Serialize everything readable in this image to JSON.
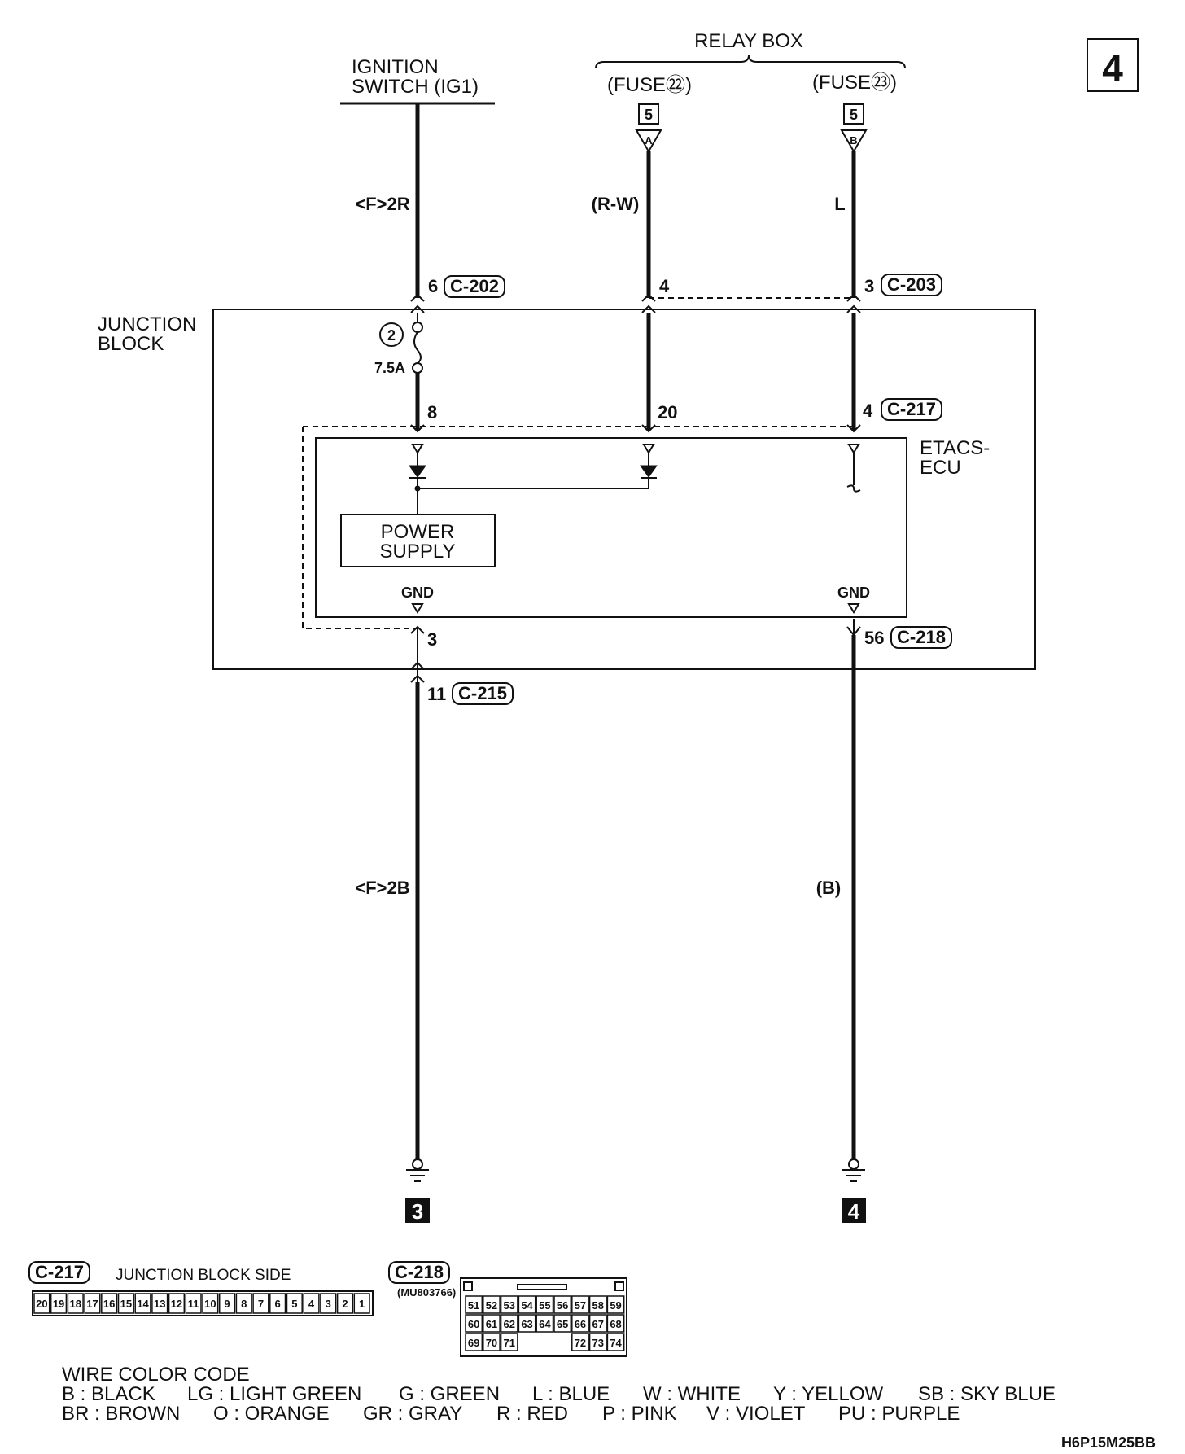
{
  "page_number": "4",
  "ignition": {
    "line1": "IGNITION",
    "line2": "SWITCH (IG1)"
  },
  "relay_box": {
    "title": "RELAY BOX",
    "fuse22": "(FUSE㉒)",
    "fuse23": "(FUSE㉓)"
  },
  "connectors_top": {
    "box_a_num": "5",
    "box_a_letter": "A",
    "box_b_num": "5",
    "box_b_letter": "B"
  },
  "wire_colors": {
    "w1_top": "<F>2R",
    "w2_top": "(R-W)",
    "w3_top": "L",
    "w1_bottom": "<F>2B",
    "w3_bottom": "(B)"
  },
  "pins": {
    "c202_pin": "6",
    "c202": "C-202",
    "c203_pin4": "4",
    "c203_pin3": "3",
    "c203": "C-203",
    "c217_pin8": "8",
    "c217_pin20": "20",
    "c217_pin4": "4",
    "c217": "C-217",
    "c215_pin3": "3",
    "c215_pin11": "11",
    "c215": "C-215",
    "c218_pin": "56",
    "c218": "C-218"
  },
  "junction_block": {
    "line1": "JUNCTION",
    "line2": "BLOCK",
    "fuse_no": "2",
    "fuse_rating": "7.5A"
  },
  "etacs": {
    "line1": "ETACS-",
    "line2": "ECU",
    "power1": "POWER",
    "power2": "SUPPLY",
    "gnd1": "GND",
    "gnd2": "GND"
  },
  "grounds": {
    "g3": "3",
    "g4": "4"
  },
  "connector_views": {
    "c217_label": "C-217",
    "c217_side": "JUNCTION BLOCK SIDE",
    "c217_pins": [
      "20",
      "19",
      "18",
      "17",
      "16",
      "15",
      "14",
      "13",
      "12",
      "11",
      "10",
      "9",
      "8",
      "7",
      "6",
      "5",
      "4",
      "3",
      "2",
      "1"
    ],
    "c218_label": "C-218",
    "c218_part": "(MU803766)",
    "c218_row1": [
      "51",
      "52",
      "53",
      "54",
      "55",
      "56",
      "57",
      "58",
      "59"
    ],
    "c218_row2": [
      "60",
      "61",
      "62",
      "63",
      "64",
      "65",
      "66",
      "67",
      "68"
    ],
    "c218_row3": [
      "69",
      "70",
      "71",
      "",
      "",
      "",
      "72",
      "73",
      "74"
    ]
  },
  "legend": {
    "title": "WIRE COLOR CODE",
    "row1": [
      "B : BLACK",
      "LG : LIGHT GREEN",
      "G : GREEN",
      "L : BLUE",
      "W : WHITE",
      "Y : YELLOW",
      "SB : SKY BLUE"
    ],
    "row2": [
      "BR : BROWN",
      "O : ORANGE",
      "GR : GRAY",
      "R : RED",
      "P : PINK",
      "V : VIOLET",
      "PU : PURPLE"
    ]
  },
  "figure_code": "H6P15M25BB"
}
